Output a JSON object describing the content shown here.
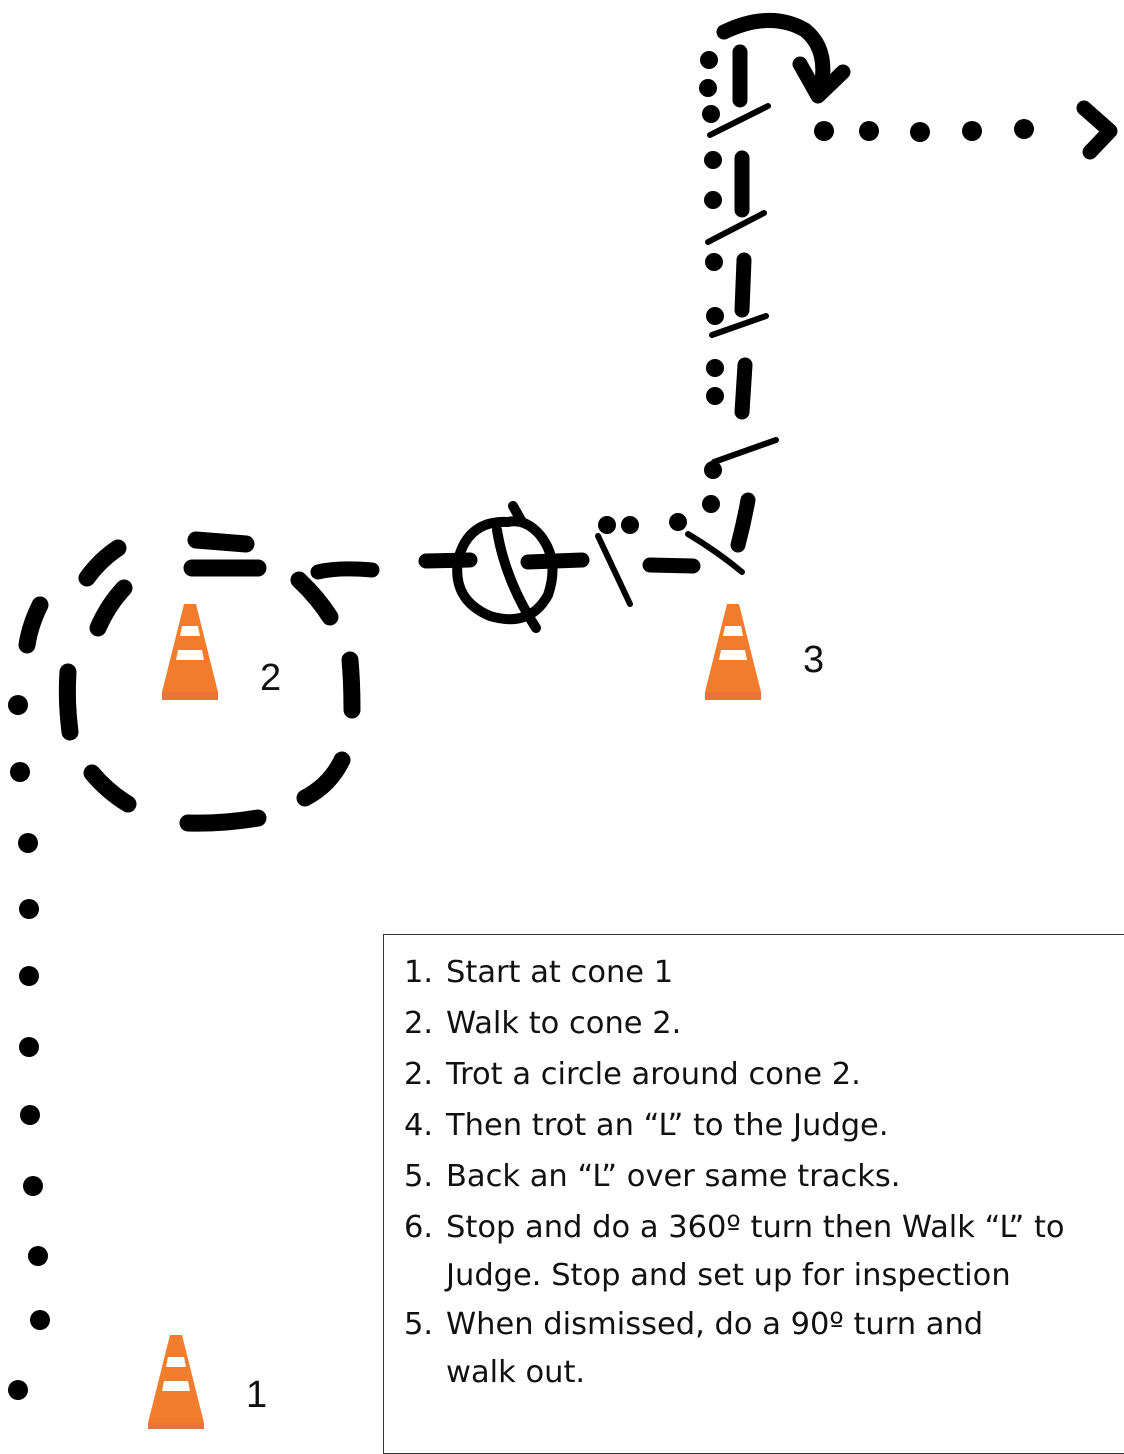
{
  "colors": {
    "ink": "#000000",
    "cone_orange": "#f07c2c",
    "cone_stripe": "#ffffff",
    "cone_base": "#e8733b"
  },
  "cones": [
    {
      "name": "cone-2",
      "label": "2",
      "icon": "traffic-cone-icon"
    },
    {
      "name": "cone-3",
      "label": "3",
      "icon": "traffic-cone-icon"
    },
    {
      "name": "cone-1",
      "label": "1",
      "icon": "traffic-cone-icon"
    }
  ],
  "path_legend": {
    "walk": "dotted line",
    "trot": "dashed line",
    "back": "slashed line"
  },
  "instructions": [
    {
      "num": "1.",
      "text": "Start at cone 1"
    },
    {
      "num": "2.",
      "text": "Walk to cone 2."
    },
    {
      "num": "2.",
      "text": "Trot a circle around cone 2."
    },
    {
      "num": "4.",
      "text": "Then trot an “L” to the Judge."
    },
    {
      "num": "5.",
      "text": "Back an “L” over same tracks."
    },
    {
      "num": "6.",
      "text": "Stop and do a 360º turn then Walk “L” to"
    },
    {
      "num": "",
      "text": "Judge. Stop and set up for inspection"
    },
    {
      "num": "5.",
      "text": "When dismissed, do a 90º turn and"
    },
    {
      "num": "",
      "text": "walk out."
    }
  ]
}
